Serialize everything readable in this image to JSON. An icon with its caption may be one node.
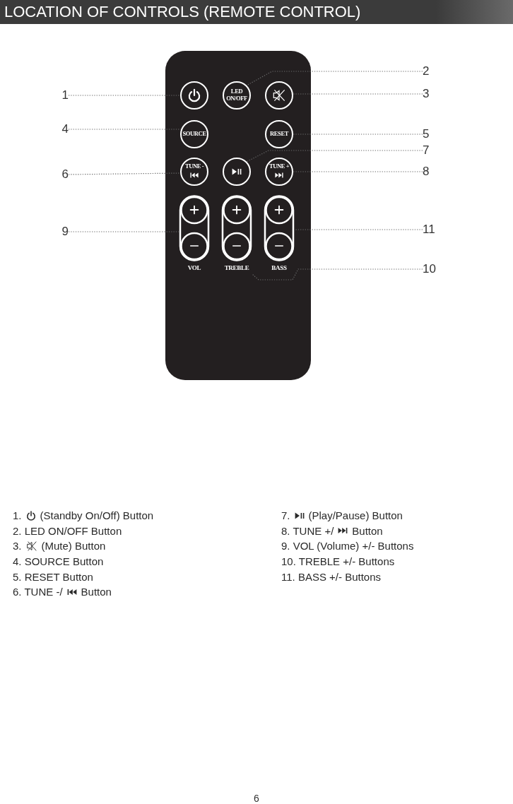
{
  "diagram": {
    "title": "LOCATION OF CONTROLS (REMOTE CONTROL)",
    "nodes": [
      {
        "text": [],
        "shape": "circle"
      },
      {
        "text": [
          "LED ON/OFF"
        ]
      },
      {
        "text": [],
        "shape": "circle"
      },
      {
        "text": [
          "SOURCE"
        ]
      },
      {
        "text": [
          "RESET"
        ]
      },
      {
        "text": [
          "TUNE -"
        ]
      },
      {
        "text": [],
        "shape": "circle"
      },
      {
        "text": [
          "TUNE +"
        ]
      },
      {
        "text": [
          "VOL"
        ]
      },
      {
        "text": [
          "TREBLE"
        ]
      },
      {
        "text": [
          "BASS"
        ]
      },
      {
        "text": [
          "1"
        ]
      },
      {
        "text": [
          "2"
        ]
      },
      {
        "text": [
          "3"
        ]
      },
      {
        "text": [
          "4"
        ]
      },
      {
        "text": [
          "5"
        ]
      },
      {
        "text": [
          "6"
        ]
      },
      {
        "text": [
          "7"
        ]
      },
      {
        "text": [
          "8"
        ]
      },
      {
        "text": [
          "9"
        ]
      },
      {
        "text": [
          "11"
        ]
      },
      {
        "text": [
          "10"
        ]
      }
    ],
    "edges": [
      {
        "from": 11,
        "to": 0,
        "arrow": "none"
      },
      {
        "from": 12,
        "to": 1,
        "arrow": "none"
      },
      {
        "from": 13,
        "to": 2,
        "arrow": "none"
      },
      {
        "from": 14,
        "to": 3,
        "arrow": "none"
      },
      {
        "from": 15,
        "to": 4,
        "arrow": "none"
      },
      {
        "from": 16,
        "to": 5,
        "arrow": "none"
      },
      {
        "from": 17,
        "to": 6,
        "arrow": "none"
      },
      {
        "from": 18,
        "to": 7,
        "arrow": "none"
      },
      {
        "from": 19,
        "to": 8,
        "arrow": "none"
      },
      {
        "from": 20,
        "to": 10,
        "arrow": "none"
      },
      {
        "from": 21,
        "to": 9,
        "arrow": "none"
      }
    ],
    "labels": [
      "1.",
      "(Standby On/Off) Button",
      "2. LED ON/OFF Button",
      "3.",
      "(Mute) Button",
      "4. SOURCE Button",
      "5. RESET Button",
      "6. TUNE -/",
      "Button",
      "7.",
      "(Play/Pause) Button",
      "8. TUNE +/",
      "Button",
      "9. VOL (Volume) +/- Buttons",
      "10. TREBLE +/- Buttons",
      "11. BASS +/- Buttons",
      "6"
    ]
  }
}
